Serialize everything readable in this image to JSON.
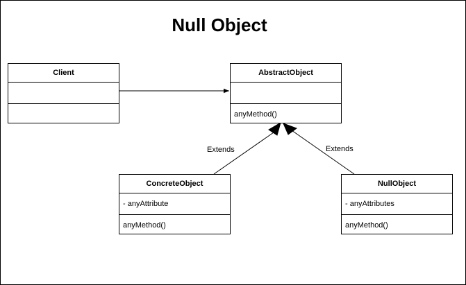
{
  "diagram": {
    "title": "Null Object",
    "classes": {
      "client": {
        "name": "Client",
        "attributes": "",
        "methods": ""
      },
      "abstract_object": {
        "name": "AbstractObject",
        "attributes": "",
        "methods": "anyMethod()"
      },
      "concrete_object": {
        "name": "ConcreteObject",
        "attributes": "- anyAttribute",
        "methods": "anyMethod()"
      },
      "null_object": {
        "name": "NullObject",
        "attributes": "- anyAttributes",
        "methods": "anyMethod()"
      }
    },
    "relations": {
      "extends_left": "Extends",
      "extends_right": "Extends"
    }
  }
}
